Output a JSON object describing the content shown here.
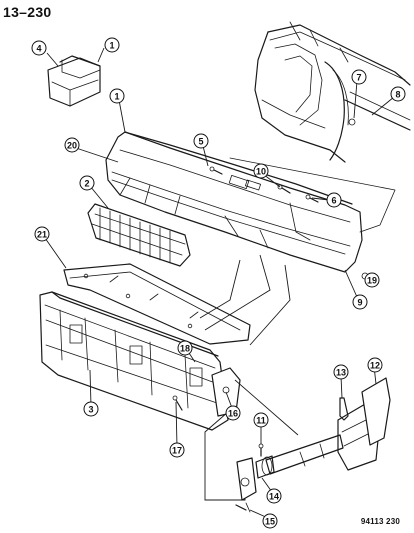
{
  "page_title": "13–230",
  "figure_code": "94113 230",
  "callouts": [
    {
      "id": "c1a",
      "label": "1"
    },
    {
      "id": "c4",
      "label": "4"
    },
    {
      "id": "c1b",
      "label": "1"
    },
    {
      "id": "c5",
      "label": "5"
    },
    {
      "id": "c7",
      "label": "7"
    },
    {
      "id": "c8",
      "label": "8"
    },
    {
      "id": "c20",
      "label": "20"
    },
    {
      "id": "c10",
      "label": "10"
    },
    {
      "id": "c6",
      "label": "6"
    },
    {
      "id": "c2",
      "label": "2"
    },
    {
      "id": "c21",
      "label": "21"
    },
    {
      "id": "c19",
      "label": "19"
    },
    {
      "id": "c9",
      "label": "9"
    },
    {
      "id": "c18",
      "label": "18"
    },
    {
      "id": "c13",
      "label": "13"
    },
    {
      "id": "c12",
      "label": "12"
    },
    {
      "id": "c3",
      "label": "3"
    },
    {
      "id": "c16",
      "label": "16"
    },
    {
      "id": "c11",
      "label": "11"
    },
    {
      "id": "c17",
      "label": "17"
    },
    {
      "id": "c14",
      "label": "14"
    },
    {
      "id": "c15",
      "label": "15"
    }
  ]
}
